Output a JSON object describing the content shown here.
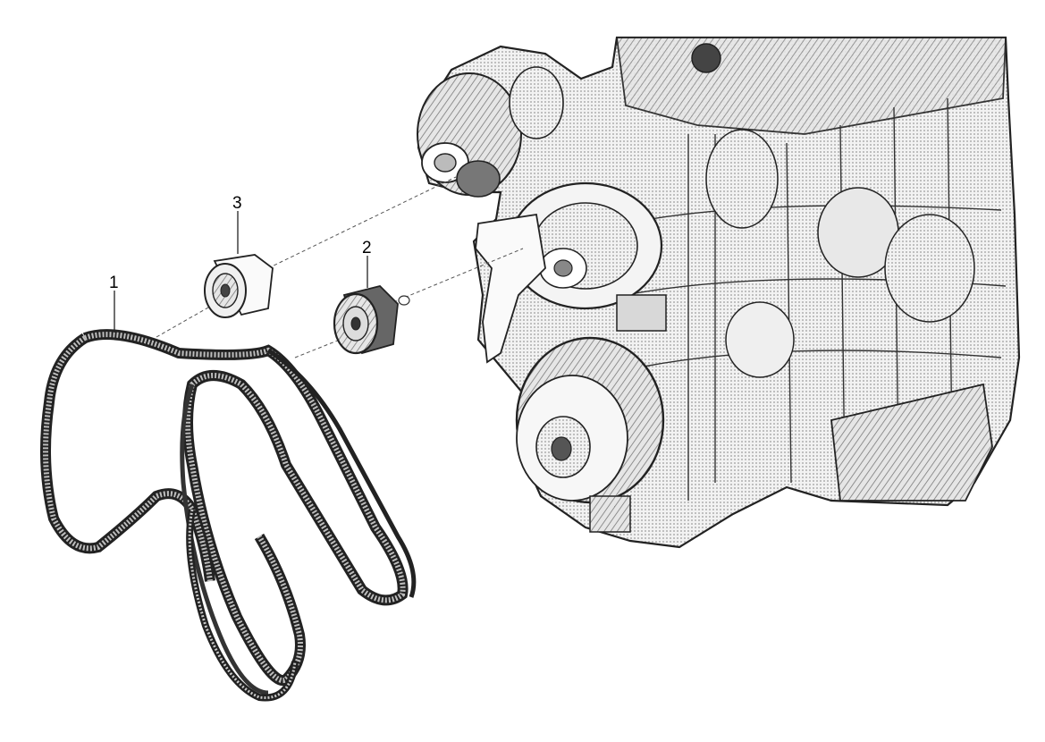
{
  "diagram": {
    "kind": "exploded parts view",
    "callouts": [
      {
        "id": "1",
        "label": "1",
        "part": "poly-v-belt"
      },
      {
        "id": "2",
        "label": "2",
        "part": "idler-pulley-toothed"
      },
      {
        "id": "3",
        "label": "3",
        "part": "idler-pulley-smooth"
      }
    ],
    "colors": {
      "background": "#ffffff",
      "line": "#222222",
      "shade": "#8a8a8a",
      "light": "#d0d0d0"
    }
  }
}
